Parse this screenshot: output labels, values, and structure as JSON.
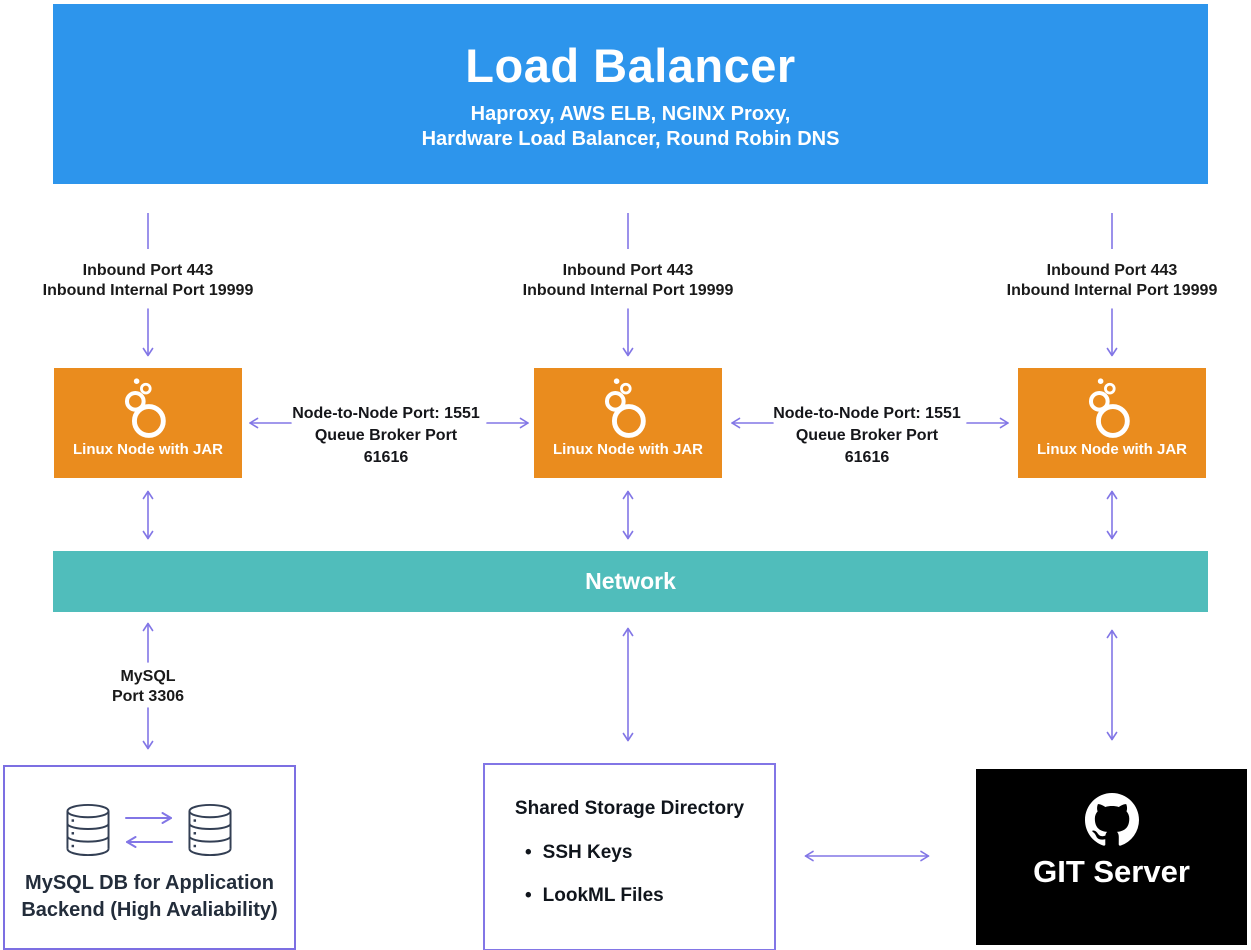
{
  "load_balancer": {
    "title": "Load Balancer",
    "subtitle_line1": "Haproxy, AWS ELB, NGINX Proxy,",
    "subtitle_line2": "Hardware Load Balancer, Round Robin DNS"
  },
  "inbound": {
    "line1": "Inbound Port 443",
    "line2": "Inbound Internal Port 19999"
  },
  "node_link": {
    "line1": "Node-to-Node Port: 1551",
    "line2": "Queue Broker Port 61616"
  },
  "linux_node": {
    "label": "Linux Node with JAR"
  },
  "network": {
    "label": "Network"
  },
  "mysql_link": {
    "line1": "MySQL",
    "line2": "Port 3306"
  },
  "mysql_db": {
    "line1": "MySQL DB for Application",
    "line2": "Backend (High Avaliability)"
  },
  "shared_storage": {
    "title": "Shared Storage Directory",
    "bullet": "•",
    "items": [
      "SSH Keys",
      "LookML Files"
    ]
  },
  "git_server": {
    "label": "GIT Server"
  },
  "colors": {
    "load_balancer_blue": "#2D95EC",
    "node_orange": "#EA8C1E",
    "network_teal": "#50BDBB",
    "arrow_purple": "#8276E6",
    "border_purple": "#7C6FE2",
    "git_black": "#000000",
    "db_icon_stroke": "#333F54",
    "label_text": "#1A1A1A"
  }
}
